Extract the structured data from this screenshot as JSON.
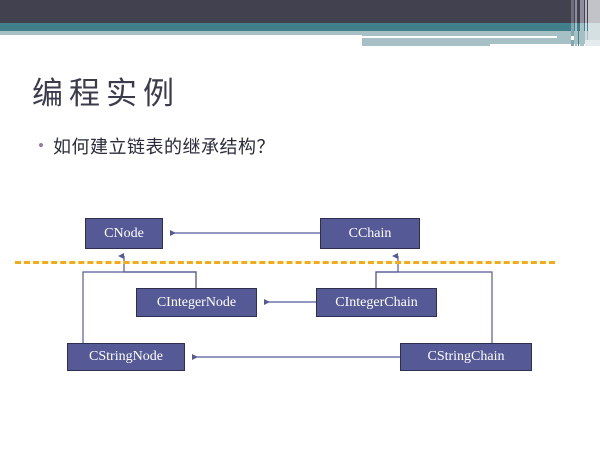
{
  "slide": {
    "title": "编程实例",
    "bullet": {
      "marker": "•",
      "text": "如何建立链表的继承结构？"
    }
  },
  "header": {
    "colors": {
      "dark_navy": "#41414F",
      "teal": "#41808A",
      "pale_blue": "#A7C0C6"
    }
  },
  "diagram": {
    "separator_color": "#F5AB15",
    "box_fill": "#555A96",
    "box_border": "#2E2E50",
    "connector_color": "#555A96",
    "boxes": [
      {
        "id": "cnode",
        "label": "CNode"
      },
      {
        "id": "cchain",
        "label": "CChain"
      },
      {
        "id": "cintegernode",
        "label": "CIntegerNode"
      },
      {
        "id": "cintegerchain",
        "label": "CIntegerChain"
      },
      {
        "id": "cstringnode",
        "label": "CStringNode"
      },
      {
        "id": "cstringchain",
        "label": "CStringChain"
      }
    ],
    "relations": [
      {
        "from": "cchain",
        "to": "cnode",
        "kind": "association"
      },
      {
        "from": "cintegerchain",
        "to": "cintegernode",
        "kind": "association"
      },
      {
        "from": "cstringchain",
        "to": "cstringnode",
        "kind": "association"
      },
      {
        "from": "cintegernode",
        "to": "cnode",
        "kind": "inheritance"
      },
      {
        "from": "cstringnode",
        "to": "cnode",
        "kind": "inheritance"
      },
      {
        "from": "cintegerchain",
        "to": "cchain",
        "kind": "inheritance"
      },
      {
        "from": "cstringchain",
        "to": "cchain",
        "kind": "inheritance"
      }
    ]
  }
}
